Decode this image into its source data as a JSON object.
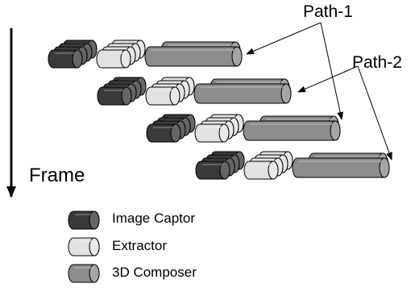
{
  "labels": {
    "path1": "Path-1",
    "path2": "Path-2",
    "frame": "Frame"
  },
  "legend": [
    {
      "name": "Image Captor",
      "color": "#3a3a3a"
    },
    {
      "name": "Extractor",
      "color": "#e2e2e2"
    },
    {
      "name": "3D Composer",
      "color": "#8c8c8c"
    }
  ],
  "frames": 4
}
